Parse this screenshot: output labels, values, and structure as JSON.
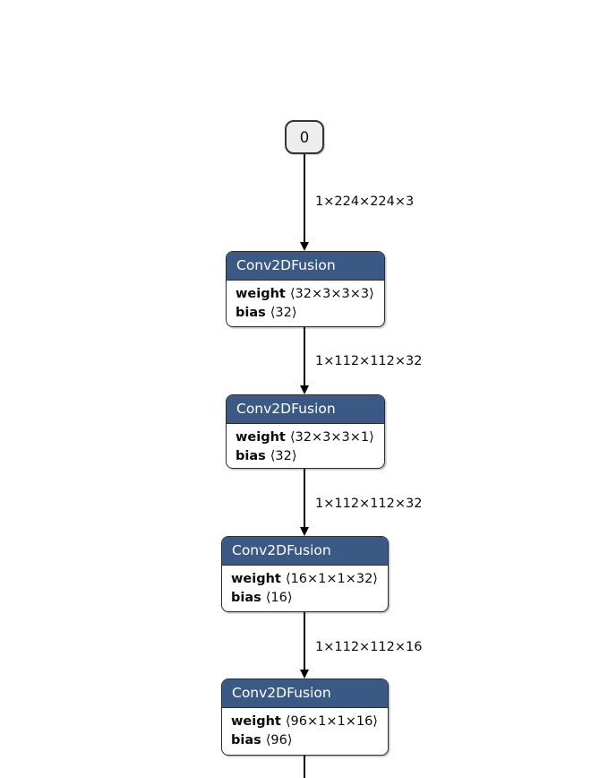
{
  "colors": {
    "node_header": "#3a5a85",
    "node_border": "#2d2d2d",
    "node_body_bg": "#ffffff",
    "input_node_fill": "#ededed",
    "edge": "#000000",
    "canvas_bg": "#ffffff"
  },
  "graph": {
    "input_node": {
      "label": "0"
    },
    "nodes": [
      {
        "title": "Conv2DFusion",
        "attrs": [
          {
            "name": "weight",
            "value": "⟨32×3×3×3⟩"
          },
          {
            "name": "bias",
            "value": "⟨32⟩"
          }
        ]
      },
      {
        "title": "Conv2DFusion",
        "attrs": [
          {
            "name": "weight",
            "value": "⟨32×3×3×1⟩"
          },
          {
            "name": "bias",
            "value": "⟨32⟩"
          }
        ]
      },
      {
        "title": "Conv2DFusion",
        "attrs": [
          {
            "name": "weight",
            "value": "⟨16×1×1×32⟩"
          },
          {
            "name": "bias",
            "value": "⟨16⟩"
          }
        ]
      },
      {
        "title": "Conv2DFusion",
        "attrs": [
          {
            "name": "weight",
            "value": "⟨96×1×1×16⟩"
          },
          {
            "name": "bias",
            "value": "⟨96⟩"
          }
        ]
      }
    ],
    "edges": [
      {
        "label": "1×224×224×3"
      },
      {
        "label": "1×112×112×32"
      },
      {
        "label": "1×112×112×32"
      },
      {
        "label": "1×112×112×16"
      }
    ]
  }
}
